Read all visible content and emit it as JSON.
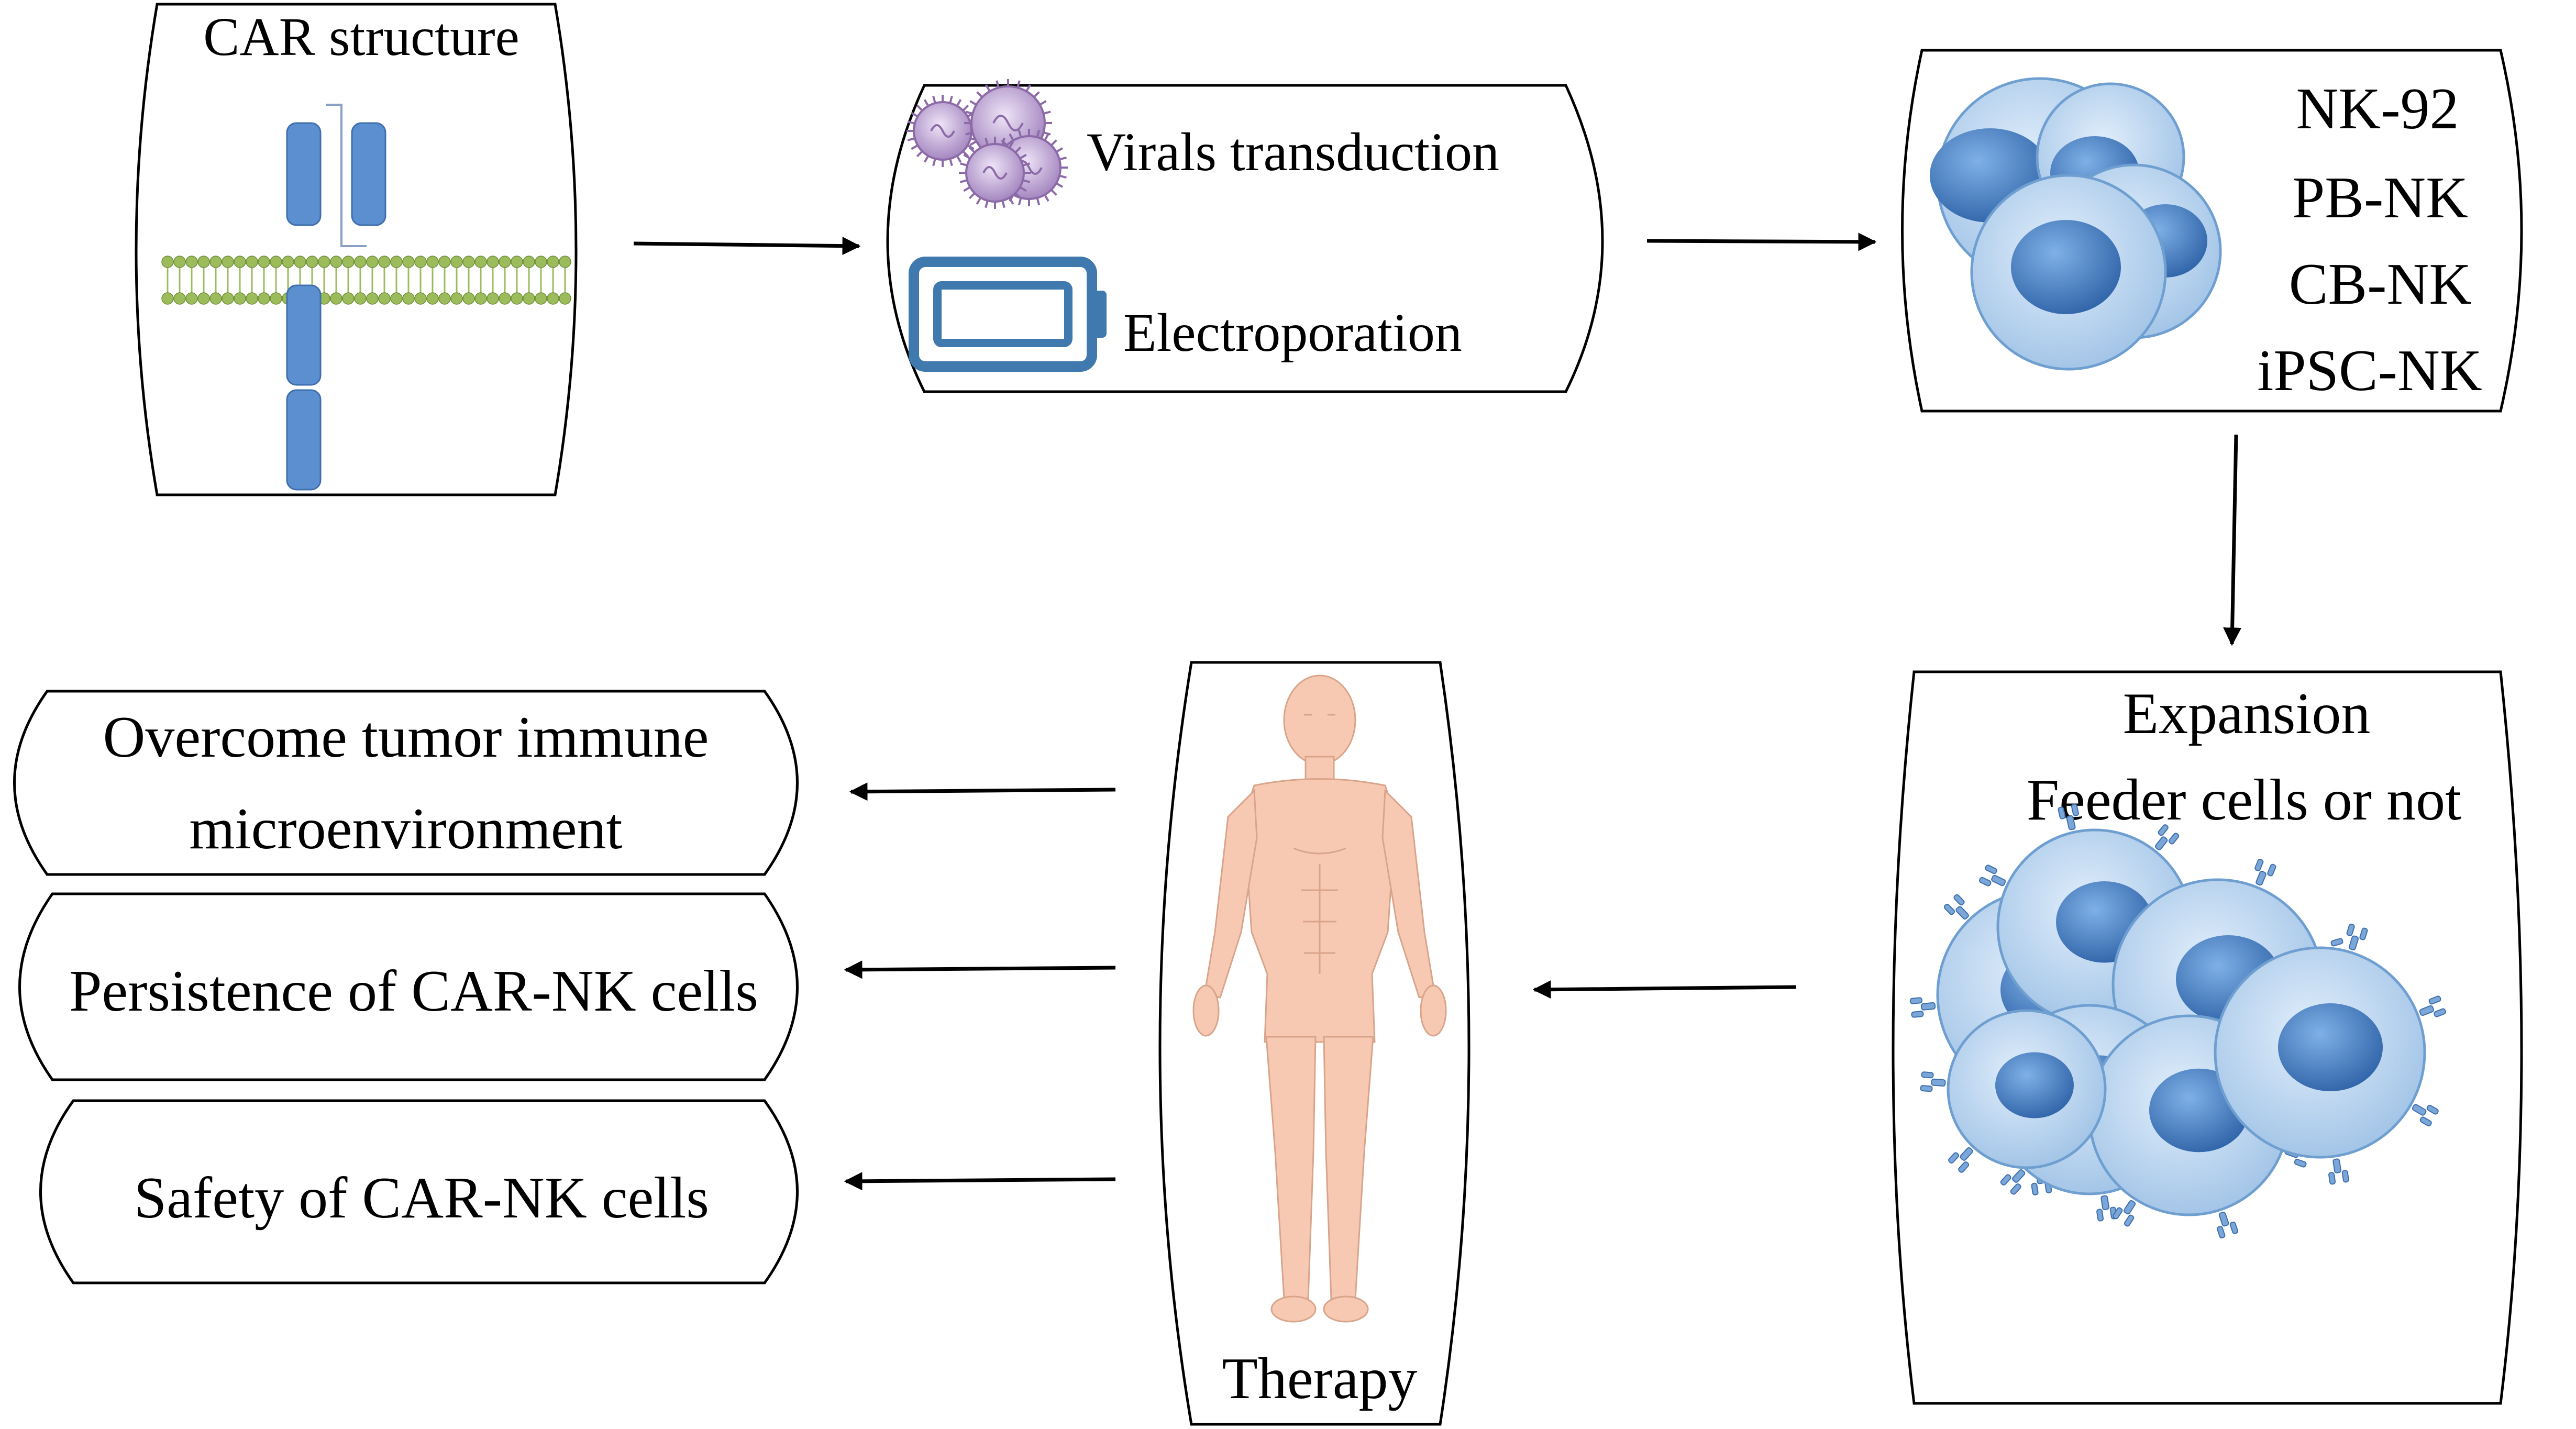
{
  "car_box": {
    "title": "CAR structure"
  },
  "transfer_box": {
    "viral_label": "Virals transduction",
    "electro_label": "Electroporation"
  },
  "nk_sources": {
    "items": [
      "NK-92",
      "PB-NK",
      "CB-NK",
      "iPSC-NK"
    ]
  },
  "expansion_box": {
    "title": "Expansion",
    "subtitle": "Feeder cells or not"
  },
  "therapy_box": {
    "label": "Therapy"
  },
  "outcomes": {
    "items": [
      {
        "line1": "Overcome tumor immune",
        "line2": "microenvironment"
      },
      {
        "line1": "Persistence of CAR-NK cells"
      },
      {
        "line1": "Safety of CAR-NK cells"
      }
    ]
  },
  "colors": {
    "receptor": "#5b8fcf",
    "membrane": "#9cbc5c",
    "cell_body": "#bcd6ef",
    "nucleus": "#4a7fc4",
    "virus": "#9c7fb6",
    "electroporation": "#3f79ad",
    "skin": "#f7c9b2"
  },
  "icons": [
    "car-receptor-icon",
    "virus-icon",
    "electroporation-cuvette-icon",
    "nk-cells-icon",
    "expanded-cells-icon",
    "human-body-icon"
  ]
}
